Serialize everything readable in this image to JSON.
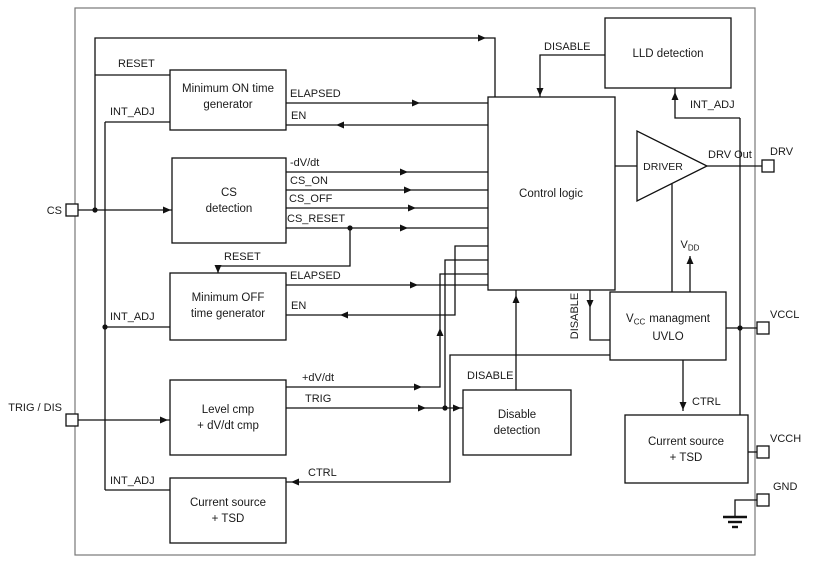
{
  "pins": {
    "cs": "CS",
    "trig_dis": "TRIG / DIS",
    "drv": "DRV",
    "vccl": "VCCL",
    "vcch": "VCCH",
    "gnd": "GND"
  },
  "blocks": {
    "min_on_1": "Minimum ON time",
    "min_on_2": "generator",
    "cs_det_1": "CS",
    "cs_det_2": "detection",
    "min_off_1": "Minimum OFF",
    "min_off_2": "time generator",
    "level_cmp_1": "Level cmp",
    "level_cmp_2": "+ dV/dt cmp",
    "cur_src_1": "Current source",
    "cur_src_2": "+ TSD",
    "control": "Control logic",
    "lld": "LLD detection",
    "driver": "DRIVER",
    "vcc_v": "V",
    "vcc_cc": "CC",
    "vcc_rest": "managment",
    "vcc_2": "UVLO",
    "dis_det_1": "Disable",
    "dis_det_2": "detection"
  },
  "signals": {
    "reset": "RESET",
    "int_adj": "INT_ADJ",
    "elapsed": "ELAPSED",
    "en": "EN",
    "neg_dvdt": "-dV/dt",
    "cs_on": "CS_ON",
    "cs_off": "CS_OFF",
    "cs_reset": "CS_RESET",
    "pos_dvdt": "+dV/dt",
    "trig": "TRIG",
    "ctrl": "CTRL",
    "disable": "DISABLE",
    "drv_out": "DRV Out",
    "vdd_v": "V",
    "vdd_dd": "DD"
  }
}
